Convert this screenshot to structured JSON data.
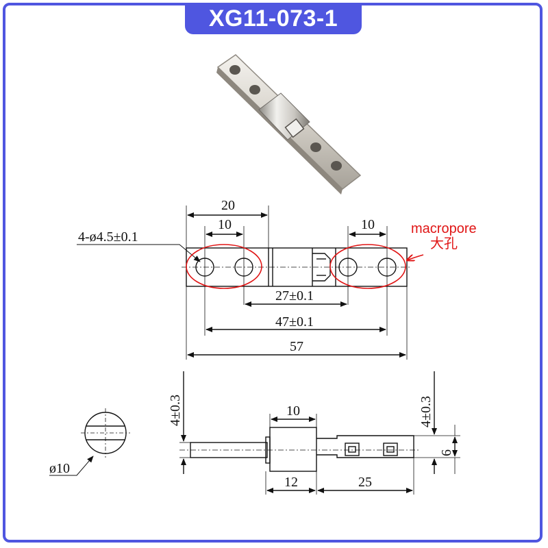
{
  "title": "XG11-073-1",
  "top_view": {
    "dim_20": "20",
    "dim_10_left": "10",
    "dim_10_right": "10",
    "hole_spec": "4-ø4.5±0.1",
    "dim_27": "27±0.1",
    "dim_47": "47±0.1",
    "dim_57": "57"
  },
  "annotation": {
    "label_en": "macropore",
    "label_cn": "大孔"
  },
  "side_view": {
    "tol_left": "4±0.3",
    "tol_right": "4±0.3",
    "dim_10": "10",
    "dim_6": "6",
    "dim_12": "12",
    "dim_25": "25"
  },
  "end_view": {
    "diameter": "ø10"
  },
  "colors": {
    "accent": "#4f56e0",
    "annotation": "#e01515"
  }
}
